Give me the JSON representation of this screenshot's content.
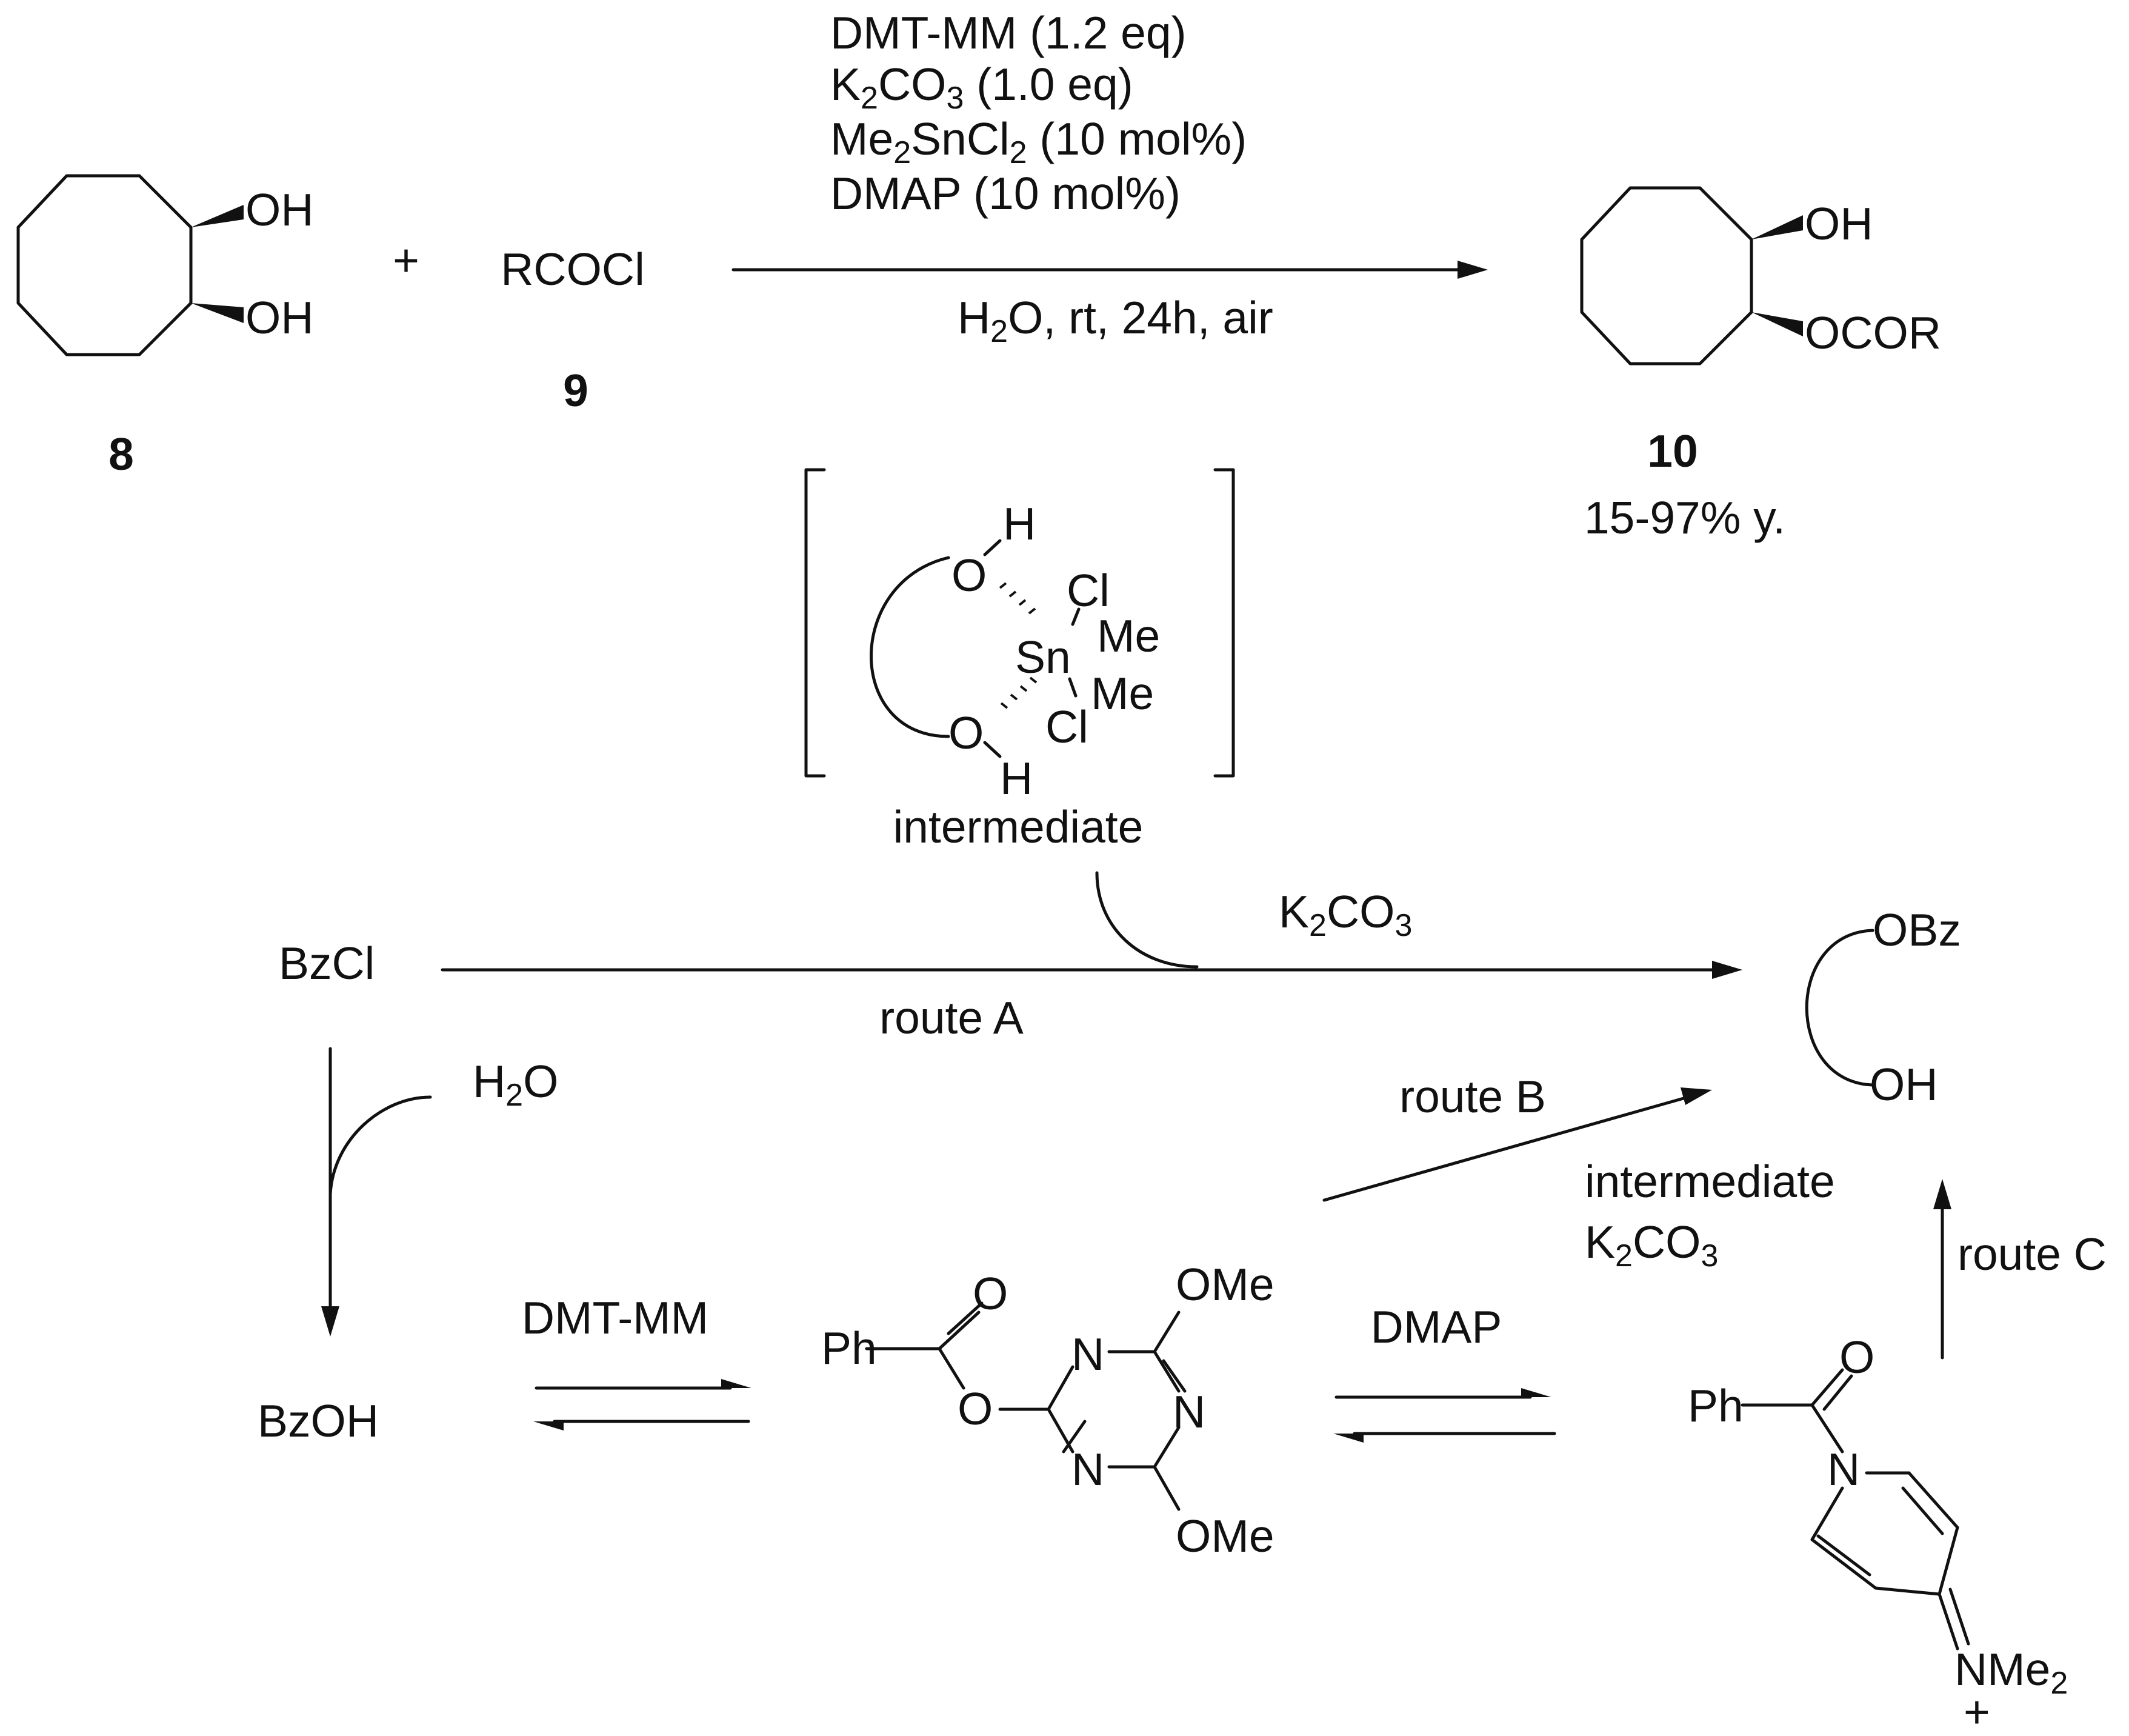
{
  "top_reaction": {
    "reagents": {
      "line1": "DMT-MM (1.2 eq)",
      "line2_k": "K",
      "line2_sub1": "2",
      "line2_co": "CO",
      "line2_sub2": "3",
      "line2_rest": " (1.0 eq)",
      "line3_me": "Me",
      "line3_sub1": "2",
      "line3_sncl": "SnCl",
      "line3_sub2": "2",
      "line3_rest": " (10 mol%)",
      "line4": "DMAP (10 mol%)"
    },
    "conditions": {
      "h": "H",
      "sub": "2",
      "rest": "O, rt, 24h, air"
    },
    "plus": "+",
    "diol": {
      "oh_top": "OH",
      "oh_bottom": "OH",
      "label": "8"
    },
    "acyl_chloride": {
      "formula": "RCOCl",
      "label": "9"
    },
    "product": {
      "oh": "OH",
      "ocor": "OCOR",
      "label": "10",
      "yield": "15-97% y."
    }
  },
  "intermediate": {
    "o_top": "O",
    "h_top": "H",
    "o_bottom": "O",
    "h_bottom": "H",
    "sn": "Sn",
    "cl_top": "Cl",
    "me_top": "Me",
    "me_bottom": "Me",
    "cl_bottom": "Cl",
    "caption": "intermediate"
  },
  "mechanism": {
    "bzcl": "BzCl",
    "k2co3_k": "K",
    "k2co3_sub1": "2",
    "k2co3_co": "CO",
    "k2co3_sub2": "3",
    "route_a": "route A",
    "route_b": "route B",
    "route_c": "route C",
    "h2o_h": "H",
    "h2o_sub": "2",
    "h2o_o": "O",
    "bzoh": "BzOH",
    "dmtmm": "DMT-MM",
    "dmap": "DMAP",
    "right_intermediate": "intermediate",
    "right_k": "K",
    "right_sub1": "2",
    "right_co": "CO",
    "right_sub2": "3",
    "product_obz": "OBz",
    "product_oh": "OH",
    "triazine": {
      "ph": "Ph",
      "o_carbonyl": "O",
      "o_ester": "O",
      "n_top": "N",
      "n_right": "N",
      "n_bottom": "N",
      "ome_top": "OMe",
      "ome_bottom": "OMe"
    },
    "pyridinium": {
      "ph": "Ph",
      "o": "O",
      "n": "N",
      "nme2_n": "NMe",
      "nme2_sub": "2",
      "charge": "+"
    }
  }
}
